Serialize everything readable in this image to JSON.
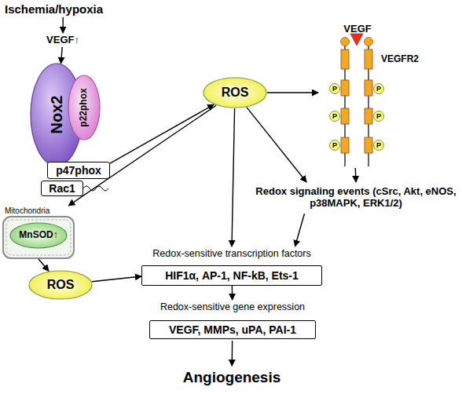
{
  "diagram": {
    "nodes": [
      {
        "text": [
          "Ischemia/hypoxia"
        ]
      },
      {
        "text": [
          "VEGF↑"
        ]
      },
      {
        "text": [
          "Nox2"
        ]
      },
      {
        "text": [
          "p22phox"
        ]
      },
      {
        "text": [
          "p47phox"
        ]
      },
      {
        "text": [
          "Rac1"
        ]
      },
      {
        "text": [
          "ROS"
        ]
      },
      {
        "text": [
          "VEGF",
          "VEGFR2"
        ]
      },
      {
        "text": [
          "Mitochondria"
        ]
      },
      {
        "text": [
          "MnSOD↑"
        ],
        "in": 8
      },
      {
        "text": [
          "ROS"
        ]
      },
      {
        "text": [
          "Redox signaling events (cSrc, Akt, eNOS, p38MAPK, ERK1/2)"
        ]
      },
      {
        "text": [
          "Redox-sensitive transcription factors",
          "HIF1α, AP-1, NF-kB, Ets-1"
        ]
      },
      {
        "text": [
          "Redox-sensitive gene expression",
          "VEGF, MMPs, uPA, PAI-1"
        ]
      },
      {
        "text": [
          "Angiogenesis"
        ]
      }
    ],
    "edges": [
      {
        "from": 0,
        "to": 1,
        "arrow": "to"
      },
      {
        "from": 1,
        "to": 2,
        "arrow": "to"
      },
      {
        "from": 4,
        "to": 6,
        "arrow": "to"
      },
      {
        "from": 6,
        "to": 7,
        "arrow": "to"
      },
      {
        "from": 6,
        "to": 8,
        "arrow": "to"
      },
      {
        "from": 6,
        "to": 11,
        "arrow": "to"
      },
      {
        "from": 6,
        "to": 12,
        "arrow": "to"
      },
      {
        "from": 7,
        "to": 11,
        "arrow": "to"
      },
      {
        "from": 8,
        "to": 10,
        "arrow": "to"
      },
      {
        "from": 10,
        "to": 12,
        "arrow": "to"
      },
      {
        "from": 11,
        "to": 12,
        "arrow": "to"
      },
      {
        "from": 12,
        "to": 13,
        "arrow": "to"
      },
      {
        "from": 13,
        "to": 14,
        "arrow": "to"
      }
    ],
    "labels": [
      "P",
      "P",
      "P",
      "P",
      "P",
      "P"
    ]
  }
}
